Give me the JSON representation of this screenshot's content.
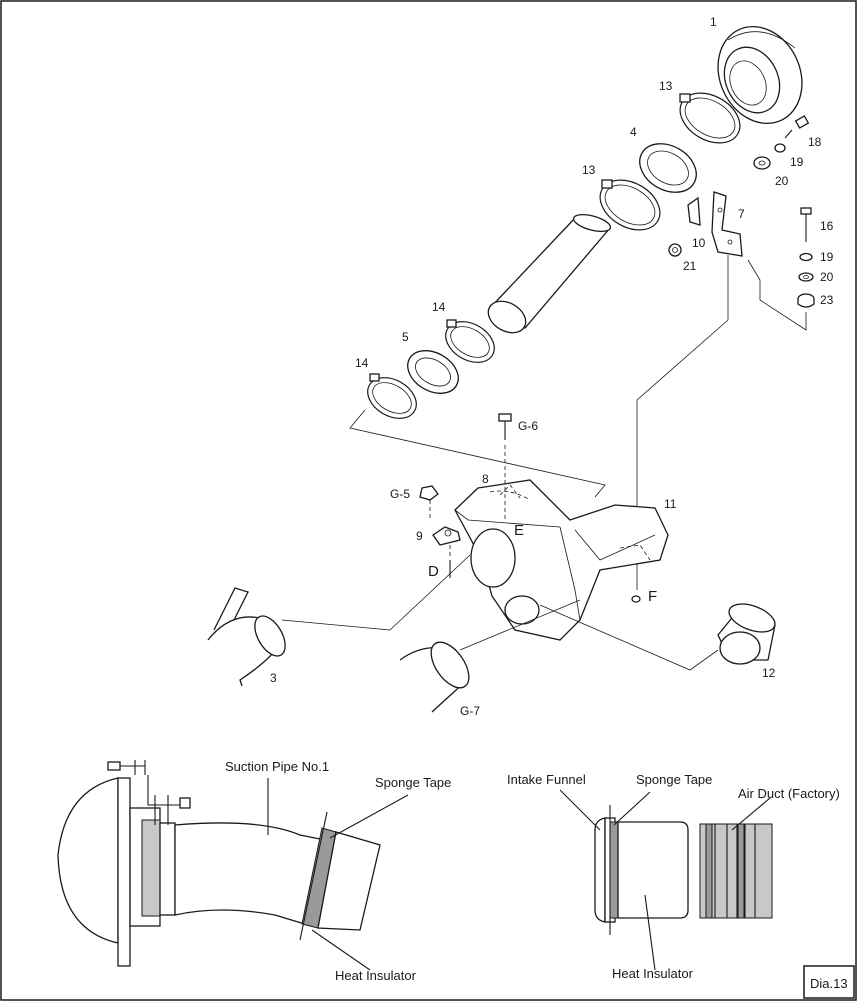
{
  "diagram": {
    "badge": "Dia.13",
    "parts": {
      "p1": "1",
      "p3": "3",
      "p4": "4",
      "p5": "5",
      "p7": "7",
      "p8": "8",
      "p9": "9",
      "p10": "10",
      "p11": "11",
      "p12": "12",
      "p13a": "13",
      "p13b": "13",
      "p14a": "14",
      "p14b": "14",
      "p16": "16",
      "p18": "18",
      "p19a": "19",
      "p19b": "19",
      "p20a": "20",
      "p20b": "20",
      "p21": "21",
      "p23": "23"
    },
    "points": {
      "g5": "G-5",
      "g6": "G-6",
      "g7": "G-7",
      "d": "D",
      "e": "E",
      "f": "F"
    },
    "callouts": {
      "suction_pipe": "Suction Pipe No.1",
      "sponge_tape_left": "Sponge Tape",
      "heat_insulator_left": "Heat Insulator",
      "intake_funnel": "Intake Funnel",
      "sponge_tape_right": "Sponge Tape",
      "air_duct": "Air Duct (Factory)",
      "heat_insulator_right": "Heat Insulator"
    }
  }
}
